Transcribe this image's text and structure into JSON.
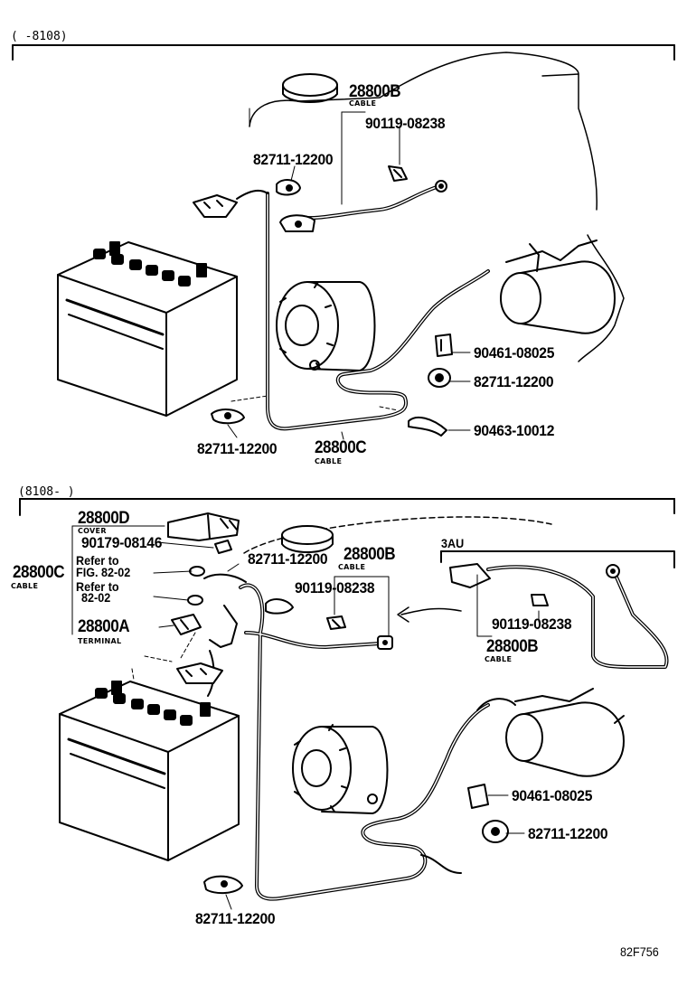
{
  "section_top": {
    "range": "(      -8108)",
    "parts": {
      "cable_28800b": "28800B",
      "cable_28800b_caption": "CABLE",
      "bolt_90119": "90119-08238",
      "clamp_82711_a": "82711-12200",
      "clip_90461": "90461-08025",
      "clamp_82711_b": "82711-12200",
      "clamp_90463": "90463-10012",
      "clamp_82711_c": "82711-12200",
      "cable_28800c": "28800C",
      "cable_28800c_caption": "CABLE"
    }
  },
  "section_bottom": {
    "range": "(8108-        )",
    "variant": "3AU",
    "parts": {
      "cover_28800d": "28800D",
      "cover_caption": "COVER",
      "bolt_90179": "90179-08146",
      "refer_1_a": "Refer to",
      "refer_1_b": "FIG. 82-02",
      "refer_2_a": "Refer to",
      "refer_2_b": "82-02",
      "cable_28800c": "28800C",
      "cable_28800c_caption": "CABLE",
      "terminal_28800a": "28800A",
      "terminal_caption": "TERMINAL",
      "clamp_82711_a": "82711-12200",
      "cable_28800b": "28800B",
      "cable_28800b_caption": "CABLE",
      "bolt_90119_a": "90119-08238",
      "bolt_90119_b": "90119-08238",
      "cable_28800b_3au": "28800B",
      "cable_28800b_3au_caption": "CABLE",
      "clip_90461": "90461-08025",
      "clamp_82711_b": "82711-12200",
      "clamp_82711_c": "82711-12200"
    }
  },
  "figure_code": "82F756"
}
